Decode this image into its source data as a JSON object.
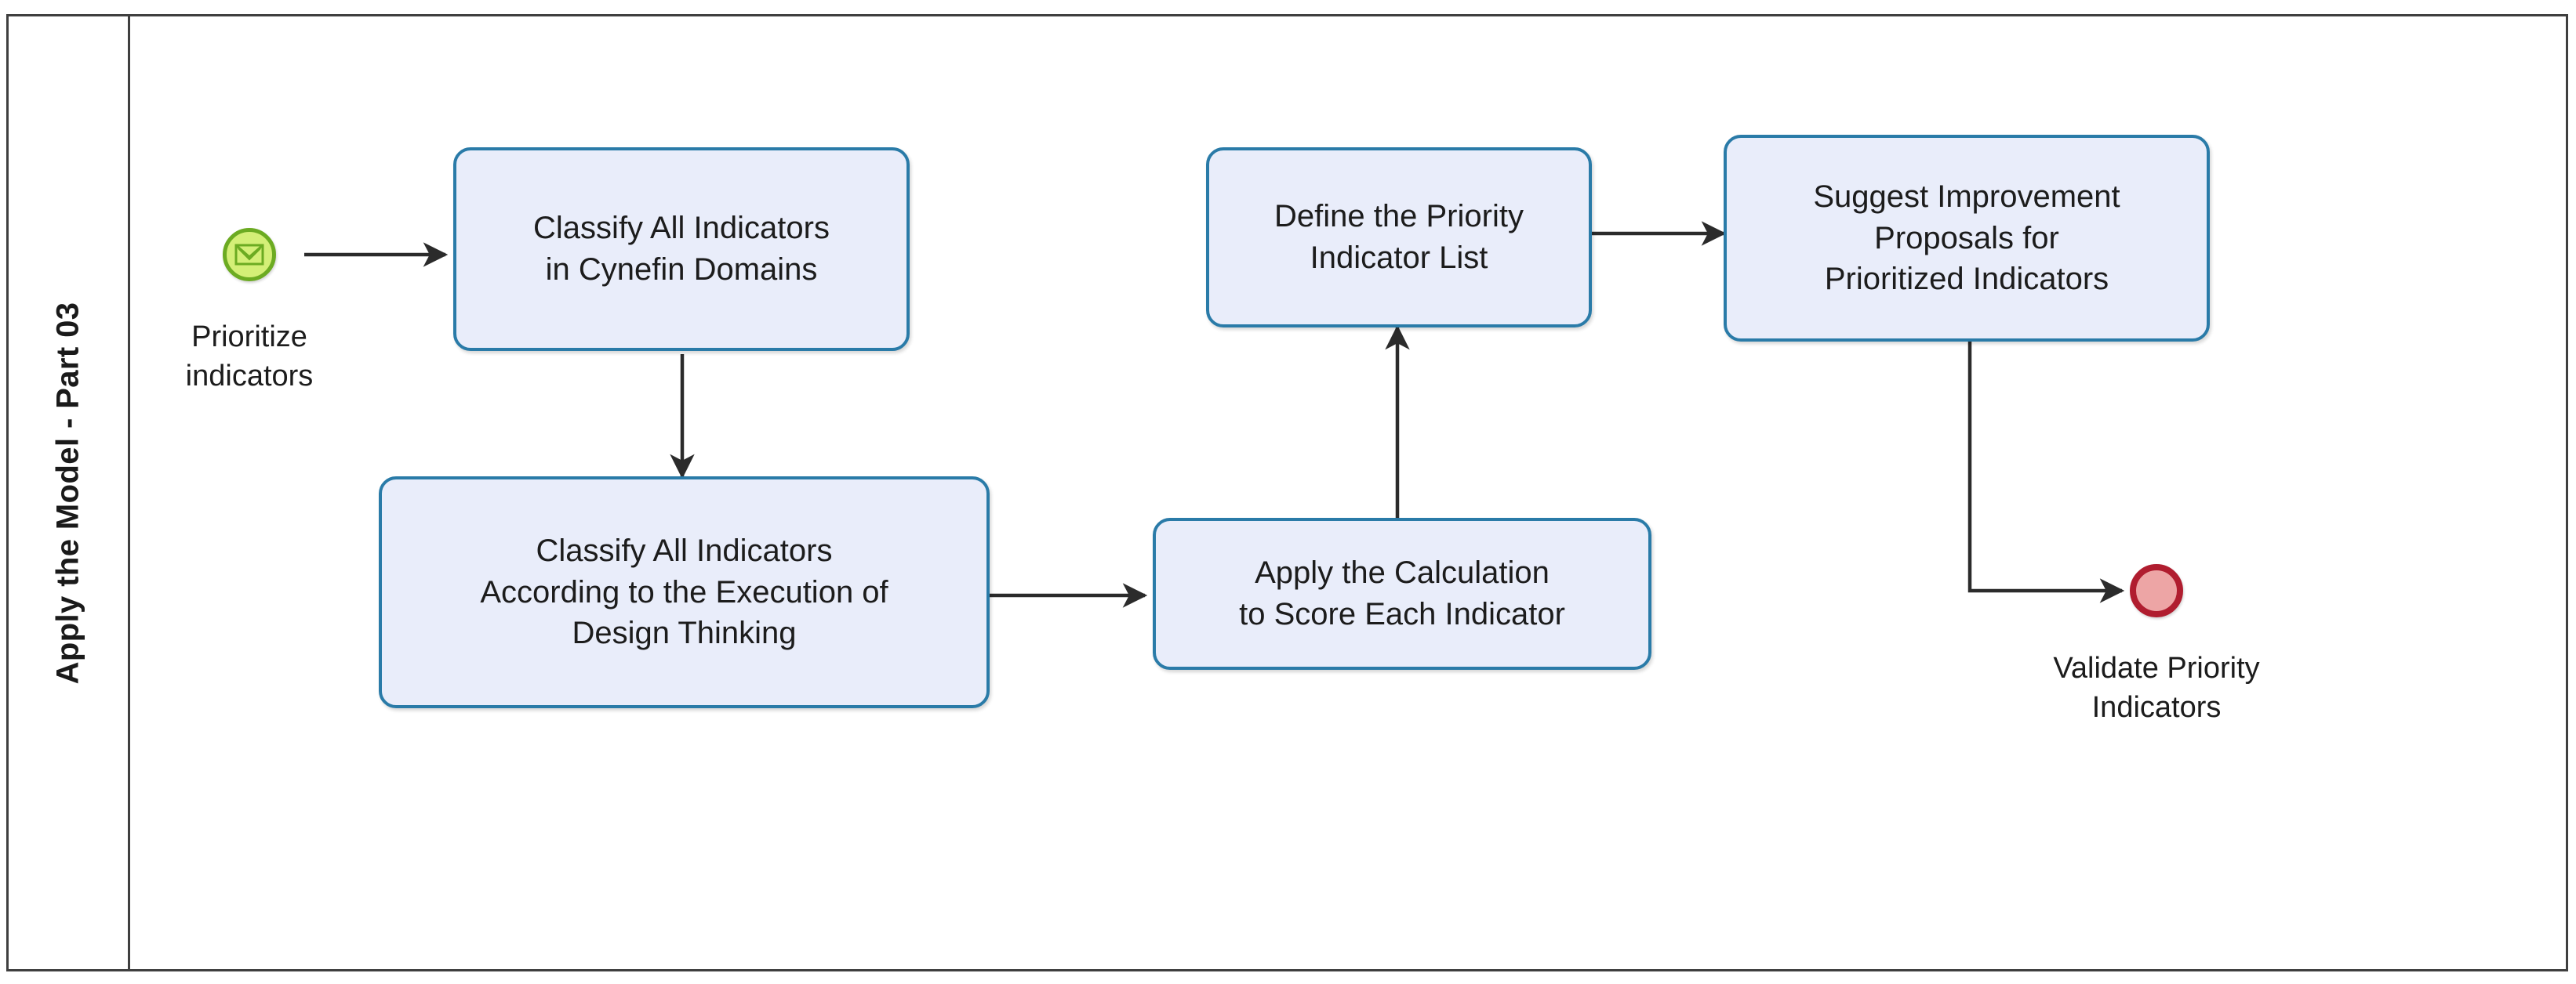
{
  "diagram": {
    "type": "bpmn-process-diagram",
    "lane_title": "Apply the Model - Part 03",
    "colors": {
      "task_fill": "#e9edfa",
      "task_border": "#2a7ba8",
      "start_event_fill": "#d4ef77",
      "start_event_border": "#6cab22",
      "end_event_fill": "#eda5a5",
      "end_event_border": "#b01d2f",
      "frame_border": "#3f3f3f",
      "connector": "#2b2b2b",
      "text": "#1c1c1c"
    },
    "events": [
      {
        "id": "start",
        "kind": "message-start-event",
        "icon": "envelope-icon",
        "label": "Prioritize\nindicators"
      },
      {
        "id": "end",
        "kind": "end-event",
        "icon": "terminate-circle-icon",
        "label": "Validate Priority\nIndicators"
      }
    ],
    "tasks": [
      {
        "id": "t1",
        "label": "Classify All Indicators\nin Cynefin Domains"
      },
      {
        "id": "t2",
        "label": "Classify All Indicators\nAccording to the Execution of\nDesign Thinking"
      },
      {
        "id": "t3",
        "label": "Apply the Calculation\nto Score Each Indicator"
      },
      {
        "id": "t4",
        "label": "Define the Priority\nIndicator List"
      },
      {
        "id": "t5",
        "label": "Suggest Improvement\nProposals for\nPrioritized Indicators"
      }
    ],
    "flows": [
      {
        "id": "f1",
        "from": "start",
        "to": "t1",
        "direction": "right"
      },
      {
        "id": "f2",
        "from": "t1",
        "to": "t2",
        "direction": "down"
      },
      {
        "id": "f3",
        "from": "t2",
        "to": "t3",
        "direction": "right"
      },
      {
        "id": "f4",
        "from": "t3",
        "to": "t4",
        "direction": "up"
      },
      {
        "id": "f5",
        "from": "t4",
        "to": "t5",
        "direction": "right"
      },
      {
        "id": "f6",
        "from": "t5",
        "to": "end",
        "direction": "down-then-right"
      }
    ]
  }
}
